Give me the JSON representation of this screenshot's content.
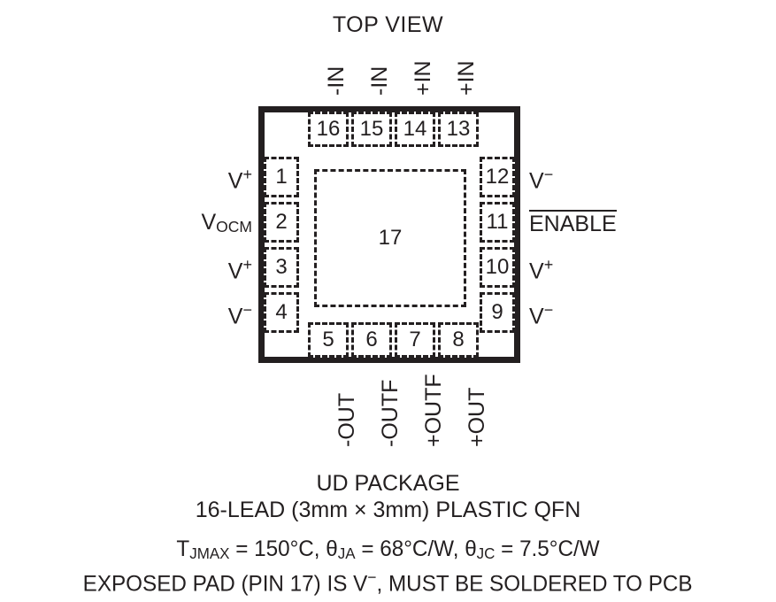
{
  "diagram": {
    "title": "TOP VIEW",
    "exposed_pad_number": "17"
  },
  "pins": {
    "top": [
      {
        "number": "16",
        "name": "-IN"
      },
      {
        "number": "15",
        "name": "-IN"
      },
      {
        "number": "14",
        "name": "+IN"
      },
      {
        "number": "13",
        "name": "+IN"
      }
    ],
    "left": [
      {
        "number": "1",
        "name": "V+"
      },
      {
        "number": "2",
        "name": "VOCM"
      },
      {
        "number": "3",
        "name": "V+"
      },
      {
        "number": "4",
        "name": "V-"
      }
    ],
    "right": [
      {
        "number": "12",
        "name": "V-"
      },
      {
        "number": "11",
        "name": "ENABLE"
      },
      {
        "number": "10",
        "name": "V+"
      },
      {
        "number": "9",
        "name": "V-"
      }
    ],
    "bottom": [
      {
        "number": "5",
        "name": "-OUT"
      },
      {
        "number": "6",
        "name": "-OUTF"
      },
      {
        "number": "7",
        "name": "+OUTF"
      },
      {
        "number": "8",
        "name": "+OUT"
      }
    ]
  },
  "caption": {
    "package": "UD PACKAGE",
    "lead_spec": "16-LEAD (3mm × 3mm) PLASTIC QFN",
    "thermal_tjmax_label": "T",
    "thermal_tjmax_sub": "JMAX",
    "thermal_tjmax_value": " = 150°C, ",
    "thermal_theta_ja_symbol": "θ",
    "thermal_theta_ja_sub": "JA",
    "thermal_theta_ja_value": " = 68°C/W, ",
    "thermal_theta_jc_symbol": "θ",
    "thermal_theta_jc_sub": "JC",
    "thermal_theta_jc_value": " = 7.5°C/W",
    "exposed_pad_pre": "EXPOSED PAD (PIN 17) IS V",
    "exposed_pad_sup": "−",
    "exposed_pad_post": ", MUST BE SOLDERED TO PCB"
  },
  "colors": {
    "ink": "#231f20",
    "background": "#ffffff"
  }
}
